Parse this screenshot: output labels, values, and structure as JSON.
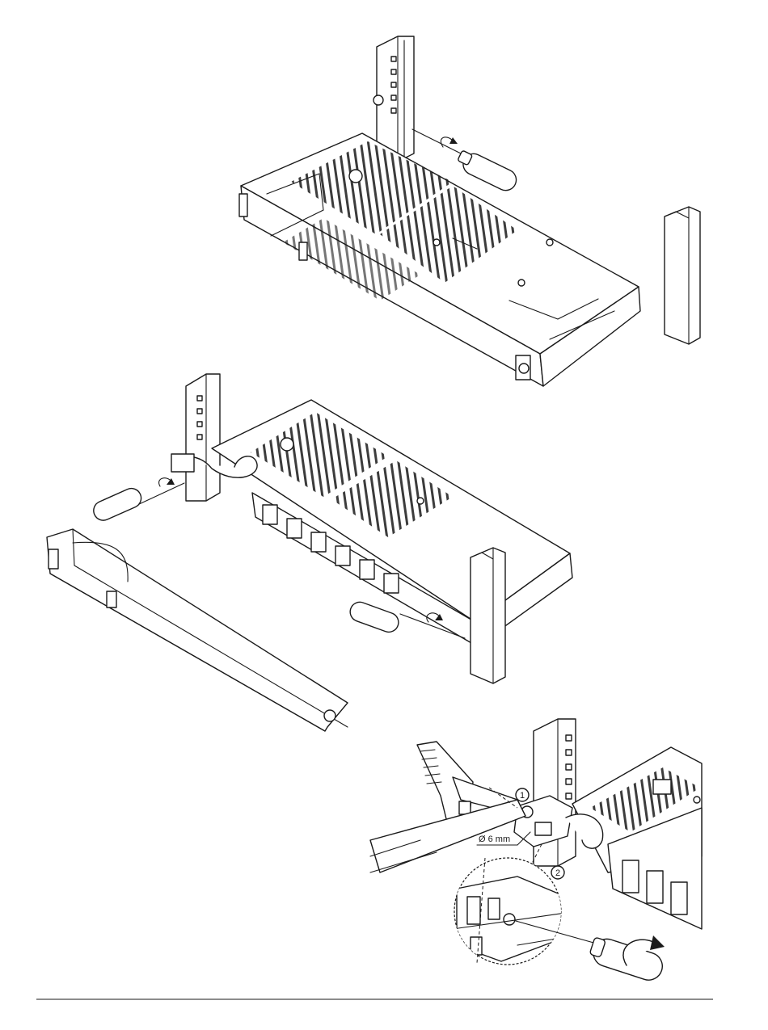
{
  "callouts": {
    "step1": "1",
    "step2": "2",
    "diameter": "Ø 6 mm"
  },
  "icons": [
    "screwdriver-icon",
    "rotate-arrow-icon"
  ],
  "colors": {
    "line": "#1a1a1a",
    "background": "#ffffff"
  }
}
